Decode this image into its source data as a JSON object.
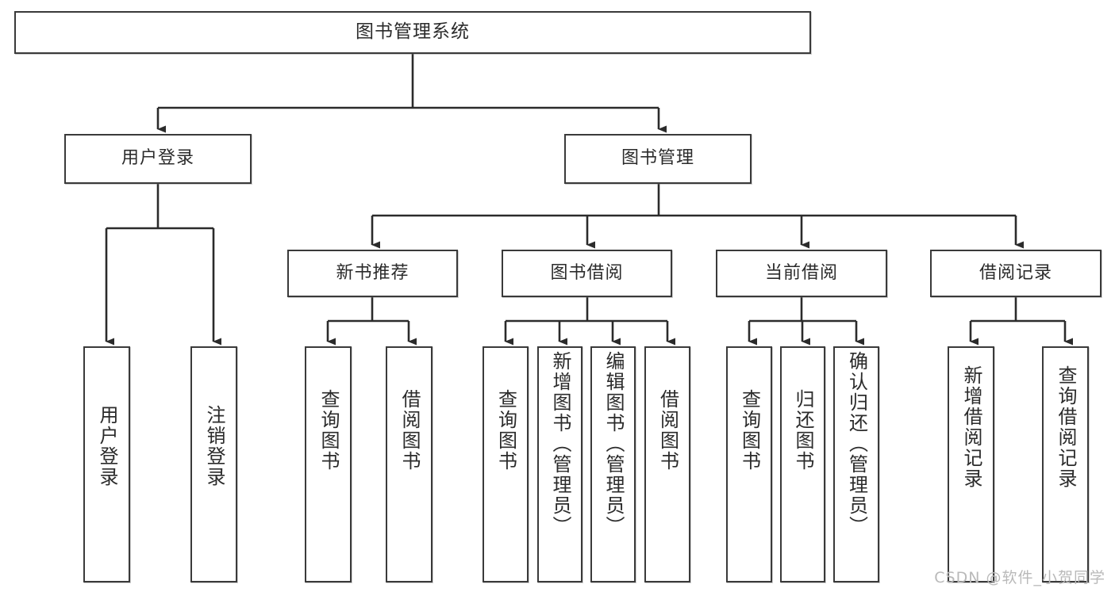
{
  "diagram": {
    "title": "图书管理系统",
    "type": "tree-hierarchy",
    "watermark": "CSDN @软件_小贺同学",
    "colors": {
      "box_border": "#3a3a3a",
      "box_fill": "#ffffff",
      "edge": "#2b2b2b",
      "text": "#2b2b2b",
      "watermark": "#b9b9b9"
    },
    "root": {
      "label": "图书管理系统"
    },
    "level2": [
      {
        "label": "用户登录"
      },
      {
        "label": "图书管理"
      }
    ],
    "level3": [
      {
        "label": "新书推荐"
      },
      {
        "label": "图书借阅"
      },
      {
        "label": "当前借阅"
      },
      {
        "label": "借阅记录"
      }
    ],
    "leaves": {
      "user_login": [
        {
          "label": "用户登录"
        },
        {
          "label": "注销登录"
        }
      ],
      "new_book_recommend": [
        {
          "label": "查询图书"
        },
        {
          "label": "借阅图书"
        }
      ],
      "book_borrow": [
        {
          "label": "查询图书"
        },
        {
          "label": "新增图书（管理员）"
        },
        {
          "label": "编辑图书（管理员）"
        },
        {
          "label": "借阅图书"
        }
      ],
      "current_borrow": [
        {
          "label": "查询图书"
        },
        {
          "label": "归还图书"
        },
        {
          "label": "确认归还（管理员）"
        }
      ],
      "borrow_record": [
        {
          "label": "新增借阅记录"
        },
        {
          "label": "查询借阅记录"
        }
      ]
    }
  }
}
